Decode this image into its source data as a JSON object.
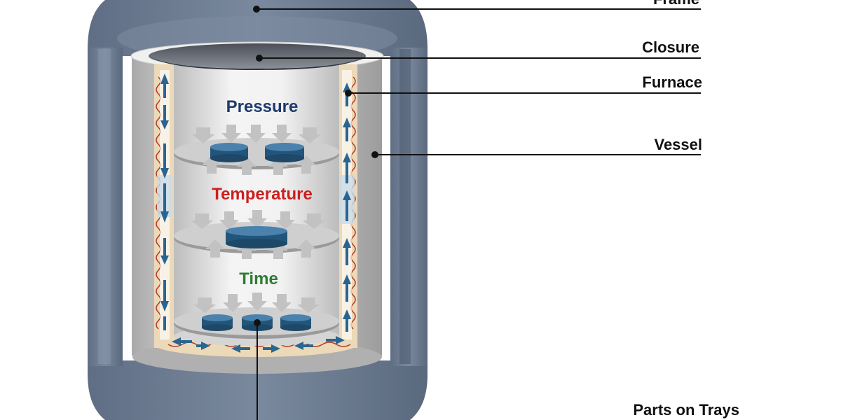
{
  "callouts": {
    "frame": "Frame",
    "closure": "Closure",
    "furnace": "Furnace",
    "vessel": "Vessel",
    "parts_on_trays": "Parts on Trays"
  },
  "process_labels": {
    "pressure": "Pressure",
    "temperature": "Temperature",
    "time": "Time"
  },
  "colors": {
    "frame": "#6f7f95",
    "frame_dark": "#56657a",
    "vessel": "#c9c9c9",
    "interior": "#e4e4e4",
    "part": "#2b5f86",
    "flow_arrow": "#2a6590",
    "pressure_text": "#1e3a6e",
    "temperature_text": "#cc1f1f",
    "time_text": "#2e7d32",
    "leader_line": "#111111"
  }
}
